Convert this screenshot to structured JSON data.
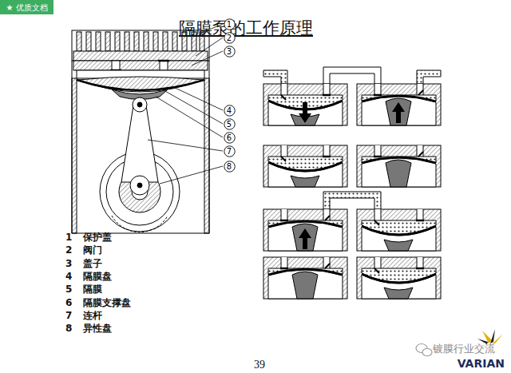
{
  "diagram": {
    "title": "隔膜泵的工作原理",
    "nodes": [
      {
        "text": [
          "★ 优质文档"
        ]
      },
      {
        "text": [
          "1"
        ]
      },
      {
        "text": [
          "2"
        ]
      },
      {
        "text": [
          "3"
        ]
      },
      {
        "text": [
          "4"
        ]
      },
      {
        "text": [
          "5"
        ]
      },
      {
        "text": [
          "6"
        ]
      },
      {
        "text": [
          "7"
        ]
      },
      {
        "text": [
          "8"
        ]
      }
    ],
    "labels": [
      "1",
      "保护盖",
      "2",
      "阀门",
      "3",
      "盖子",
      "4",
      "隔膜盘",
      "5",
      "隔膜",
      "6",
      "隔膜支撑盘",
      "7",
      "连杆",
      "8",
      "异性盘",
      "39",
      "镀膜行业交流",
      "VARIAN"
    ]
  }
}
